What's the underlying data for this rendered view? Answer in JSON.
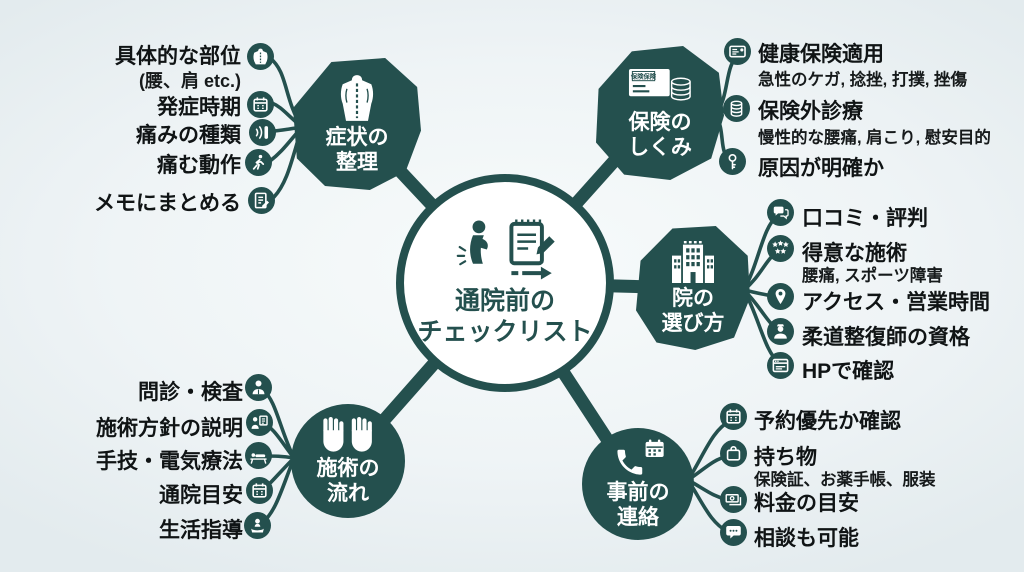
{
  "colors": {
    "teal": "#24504e",
    "background": "#eef3f5",
    "text": "#101415",
    "white": "#ffffff"
  },
  "center": {
    "line1": "通院前の",
    "line2": "チェックリスト",
    "icons": [
      "back-pain-person-icon",
      "checklist-notepad-icon",
      "arrow-right-icon"
    ]
  },
  "branches": [
    {
      "id": "symptoms",
      "label_line1": "症状の",
      "label_line2": "整理",
      "node_icon": "torso-back-icon",
      "items": [
        {
          "label": "具体的な部位",
          "sub": "(腰、肩 etc.)",
          "icon": "body-part-icon"
        },
        {
          "label": "発症時期",
          "icon": "calendar-icon"
        },
        {
          "label": "痛みの種類",
          "icon": "pain-type-icon"
        },
        {
          "label": "痛む動作",
          "icon": "motion-runner-icon"
        },
        {
          "label": "メモにまとめる",
          "icon": "memo-pencil-icon"
        }
      ]
    },
    {
      "id": "insurance",
      "label_line1": "保険の",
      "label_line2": "しくみ",
      "node_icon": "insurance-card-coins-icon",
      "card_label": "保険保険",
      "items": [
        {
          "label": "健康保険適用",
          "sub": "急性のケガ, 捻挫, 打撲, 挫傷",
          "icon": "insurance-card-icon"
        },
        {
          "label": "保険外診療",
          "sub": "慢性的な腰痛, 肩こり, 慰安目的",
          "icon": "coins-icon"
        },
        {
          "label": "原因が明確か",
          "icon": "key-icon"
        }
      ]
    },
    {
      "id": "clinic-choice",
      "label_line1": "院の",
      "label_line2": "選び方",
      "node_icon": "clinic-building-icon",
      "items": [
        {
          "label": "口コミ・評判",
          "icon": "chat-bubbles-icon"
        },
        {
          "label": "得意な施術",
          "sub": "腰痛, スポーツ障害",
          "icon": "stars-icon"
        },
        {
          "label": "アクセス・営業時間",
          "icon": "map-pin-icon"
        },
        {
          "label": "柔道整復師の資格",
          "icon": "practitioner-icon"
        },
        {
          "label": "HPで確認",
          "icon": "browser-icon"
        }
      ]
    },
    {
      "id": "treatment-flow",
      "label_line1": "施術の",
      "label_line2": "流れ",
      "node_icon": "two-hands-icon",
      "items": [
        {
          "label": "問診・検査",
          "icon": "doctor-icon"
        },
        {
          "label": "施術方針の説明",
          "icon": "explain-board-icon"
        },
        {
          "label": "手技・電気療法",
          "icon": "massage-table-icon"
        },
        {
          "label": "通院目安",
          "icon": "calendar-icon"
        },
        {
          "label": "生活指導",
          "icon": "guidance-hand-icon"
        }
      ]
    },
    {
      "id": "advance-contact",
      "label_line1": "事前の",
      "label_line2": "連絡",
      "node_icon": "phone-calendar-icon",
      "items": [
        {
          "label": "予約優先か確認",
          "icon": "calendar-icon"
        },
        {
          "label": "持ち物",
          "sub": "保険証、お薬手帳、服装",
          "icon": "bag-icon"
        },
        {
          "label": "料金の目安",
          "icon": "money-icon"
        },
        {
          "label": "相談も可能",
          "icon": "chat-dots-icon"
        }
      ]
    }
  ]
}
